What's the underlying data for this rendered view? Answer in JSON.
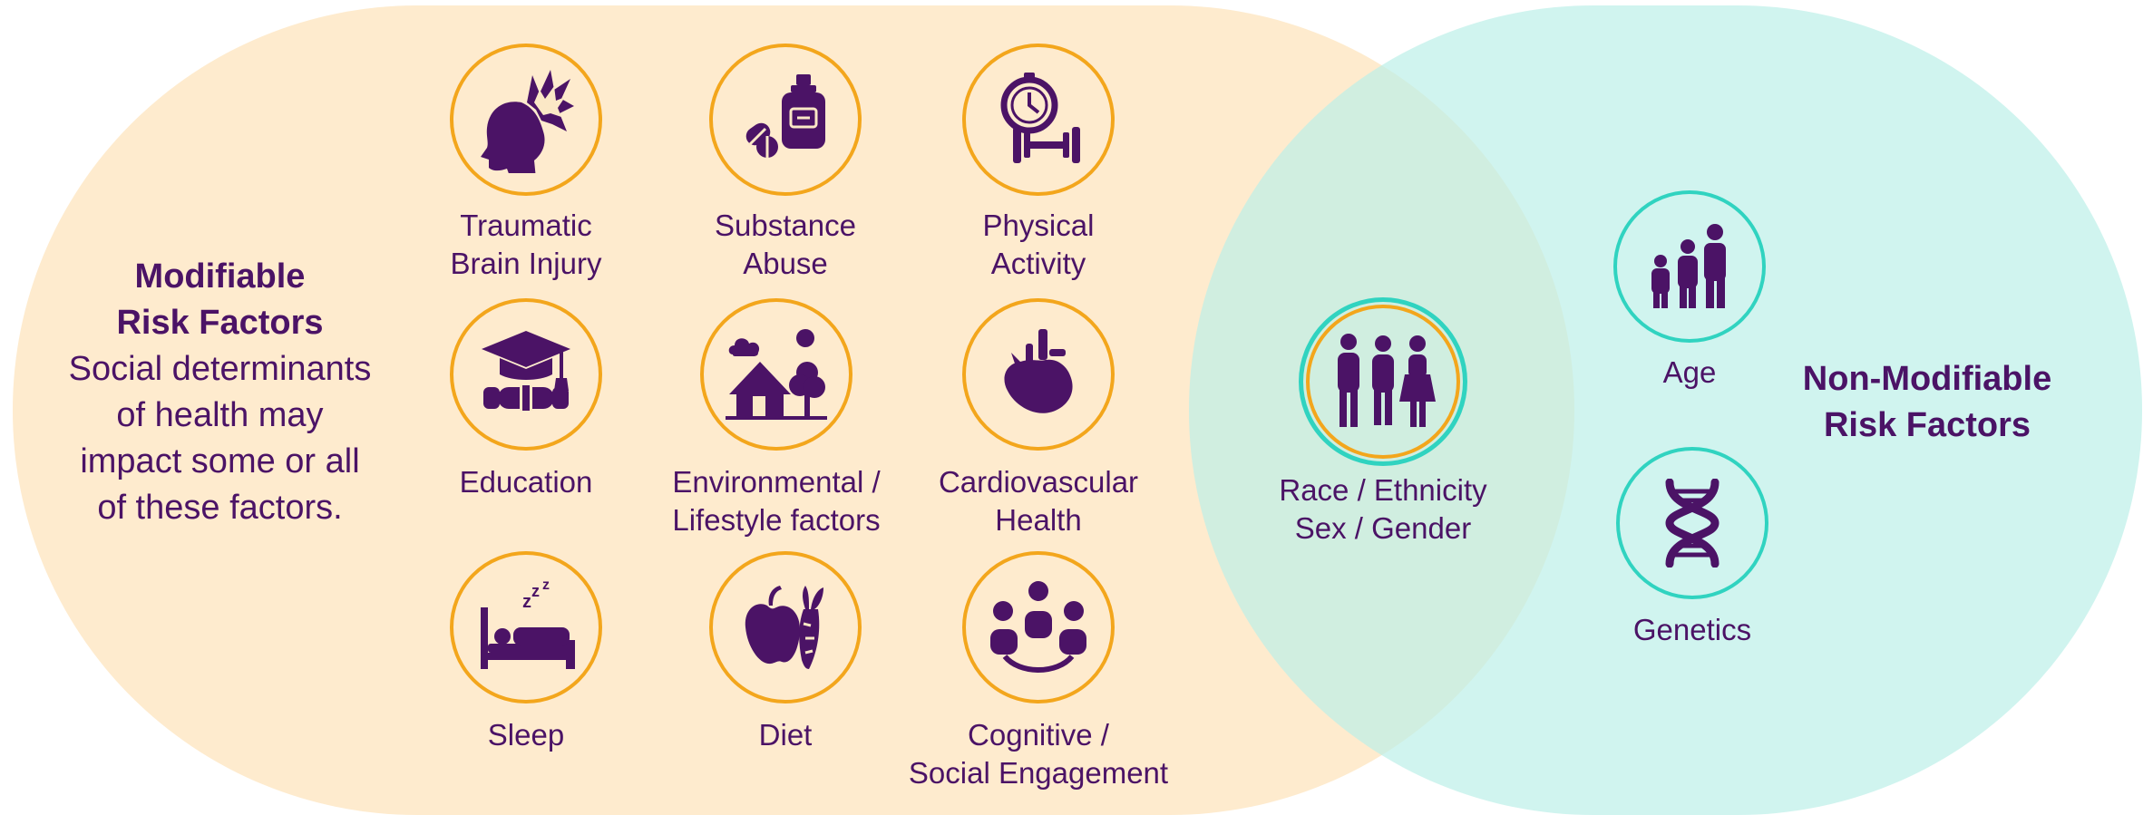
{
  "modifiable": {
    "title_line1": "Modifiable",
    "title_line2": "Risk Factors",
    "description": [
      "Social determinants",
      "of health may",
      "impact some or all",
      "of these factors."
    ]
  },
  "non_modifiable": {
    "title_line1": "Non-Modifiable",
    "title_line2": "Risk Factors"
  },
  "factors": {
    "tbi": [
      "Traumatic",
      "Brain Injury"
    ],
    "substance": [
      "Substance",
      "Abuse"
    ],
    "physical": [
      "Physical",
      "Activity"
    ],
    "education": [
      "Education"
    ],
    "environment": [
      "Environmental /",
      "Lifestyle factors"
    ],
    "cardio": [
      "Cardiovascular",
      "Health"
    ],
    "sleep": [
      "Sleep"
    ],
    "diet": [
      "Diet"
    ],
    "cognitive": [
      "Cognitive /",
      "Social Engagement"
    ],
    "race": [
      "Race / Ethnicity",
      "Sex / Gender"
    ],
    "age": [
      "Age"
    ],
    "genetics": [
      "Genetics"
    ]
  },
  "icons": {
    "tbi": "head-impact-icon",
    "substance": "pills-bottle-icon",
    "physical": "stopwatch-dumbbell-icon",
    "education": "graduation-cap-icon",
    "environment": "house-trees-icon",
    "cardio": "heart-icon",
    "sleep": "bed-sleep-icon",
    "diet": "apple-carrot-icon",
    "cognitive": "social-group-icon",
    "race": "people-group-icon",
    "age": "family-ages-icon",
    "genetics": "dna-icon"
  },
  "colors": {
    "text": "#4b1366",
    "modifiable_fill": "#fde3b9",
    "non_modifiable_fill": "#bcefe8",
    "modifiable_ring": "#f3a61c",
    "non_modifiable_ring": "#30d3c0",
    "icon": "#4b1366"
  }
}
